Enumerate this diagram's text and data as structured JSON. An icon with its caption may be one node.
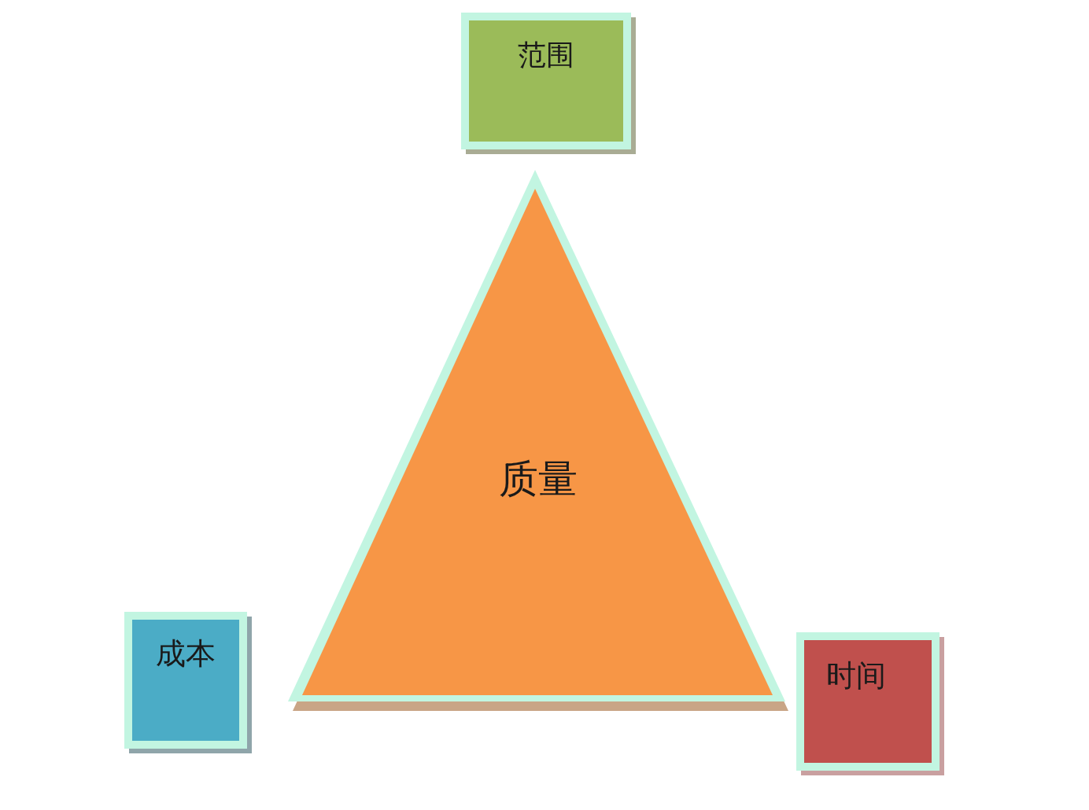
{
  "diagram": {
    "nodes": [
      {
        "text": [
          "范围"
        ]
      },
      {
        "text": [
          "质量"
        ]
      },
      {
        "text": [
          "成本"
        ]
      },
      {
        "text": [
          "时间"
        ]
      }
    ]
  }
}
